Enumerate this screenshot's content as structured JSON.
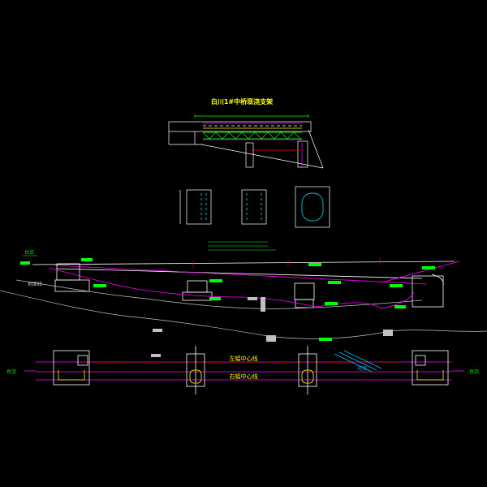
{
  "drawing": {
    "title": "白川1#中桥现浇支架",
    "title_color": "#ffff00",
    "background": "#000000"
  },
  "colors": {
    "structure": "#ffffff",
    "dimension": "#00ff00",
    "centerline": "#ff00ff",
    "ground": "#c0c0c0",
    "axis": "#ff0000",
    "river": "#00c0ff",
    "support": "#ffff00",
    "detail": "#00ffff"
  },
  "plan_labels": {
    "left_center": "左幅中心线",
    "right_center": "右幅中心线",
    "left_end": "台沿",
    "right_end": "台沿",
    "river": "河流"
  },
  "elevation_labels": {
    "left_abutment_top": "台沿",
    "left_ground": "地面线"
  }
}
